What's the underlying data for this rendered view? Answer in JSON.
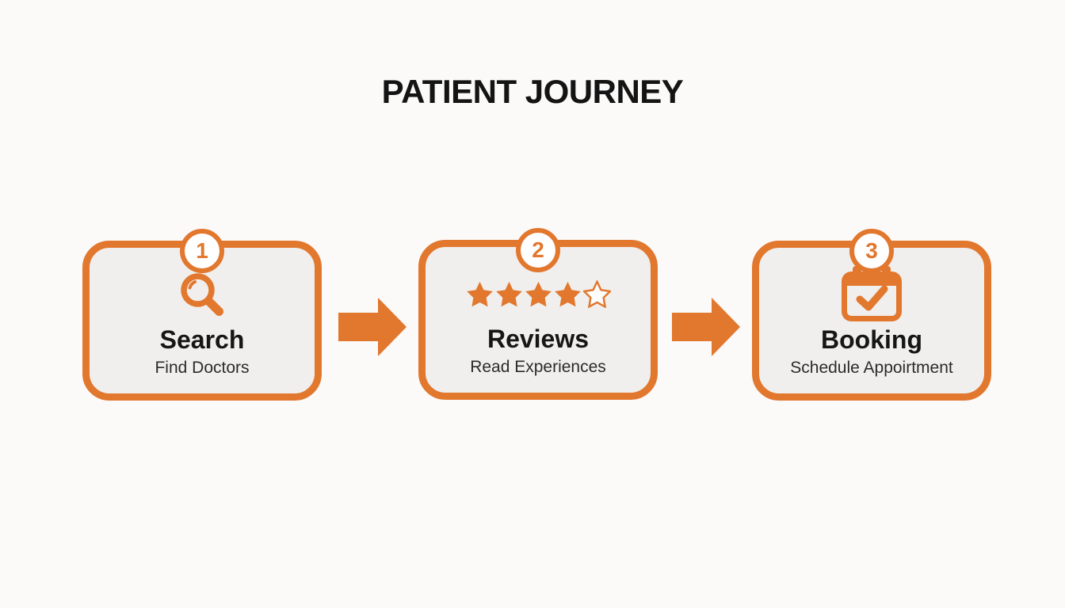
{
  "title": "PATIENT JOURNEY",
  "colors": {
    "accent": "#E2772E",
    "box_fill": "#F0EFED",
    "title_text": "#141414",
    "step_text": "#161616",
    "subtitle_text": "#2B2B2B",
    "background": "#FBFAF9",
    "badge_bg": "#FFFFFF"
  },
  "steps": [
    {
      "number": "1",
      "icon": "magnifier-icon",
      "label": "Search",
      "sublabel": "Find Doctors"
    },
    {
      "number": "2",
      "icon": "star-rating",
      "label": "Reviews",
      "sublabel": "Read Experiences",
      "rating": {
        "filled": 4,
        "total": 5
      }
    },
    {
      "number": "3",
      "icon": "calendar-check-icon",
      "label": "Booking",
      "sublabel": "Schedule Appoirtment"
    }
  ],
  "connectors": [
    {
      "type": "arrow-right"
    },
    {
      "type": "arrow-right"
    }
  ]
}
